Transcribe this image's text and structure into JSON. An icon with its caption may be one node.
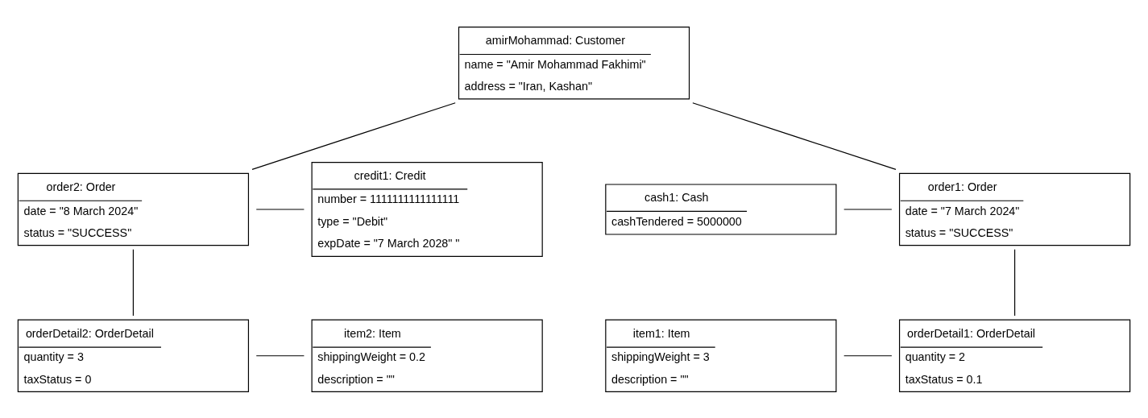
{
  "diagram": {
    "nodes": [
      {
        "text": [
          "amirMohammad: Customer",
          "name = \"Amir Mohammad Fakhimi\"",
          "address = \"Iran, Kashan\""
        ]
      },
      {
        "text": [
          "cash1: Cash",
          "cashTendered = 5000000"
        ]
      },
      {
        "text": [
          "order1: Order",
          "date = \"7 March 2024\"",
          "status = \"SUCCESS\""
        ]
      },
      {
        "text": [
          "order2: Order",
          "date = \"8 March 2024\"",
          "status = \"SUCCESS\""
        ]
      },
      {
        "text": [
          "credit1: Credit",
          "number = 1111111111111111",
          "type = \"Debit\"",
          "expDate = \"7 March 2028\" \""
        ]
      },
      {
        "text": [
          "item1: Item",
          "shippingWeight = 3",
          "description = \"\""
        ]
      },
      {
        "text": [
          "orderDetail1: OrderDetail",
          "quantity = 2",
          "taxStatus = 0.1"
        ]
      },
      {
        "text": [
          "orderDetail2: OrderDetail",
          "quantity = 3",
          "taxStatus = 0"
        ]
      },
      {
        "text": [
          "item2: Item",
          "shippingWeight = 0.2",
          "description = \"\""
        ]
      }
    ],
    "edges": [
      {
        "from": 0,
        "to": 2,
        "arrow": "none"
      },
      {
        "from": 0,
        "to": 3,
        "arrow": "none"
      },
      {
        "from": 1,
        "to": 2,
        "arrow": "none"
      },
      {
        "from": 3,
        "to": 4,
        "arrow": "none"
      },
      {
        "from": 2,
        "to": 6,
        "arrow": "none"
      },
      {
        "from": 3,
        "to": 7,
        "arrow": "none"
      },
      {
        "from": 5,
        "to": 6,
        "arrow": "none"
      },
      {
        "from": 7,
        "to": 8,
        "arrow": "none"
      }
    ]
  }
}
